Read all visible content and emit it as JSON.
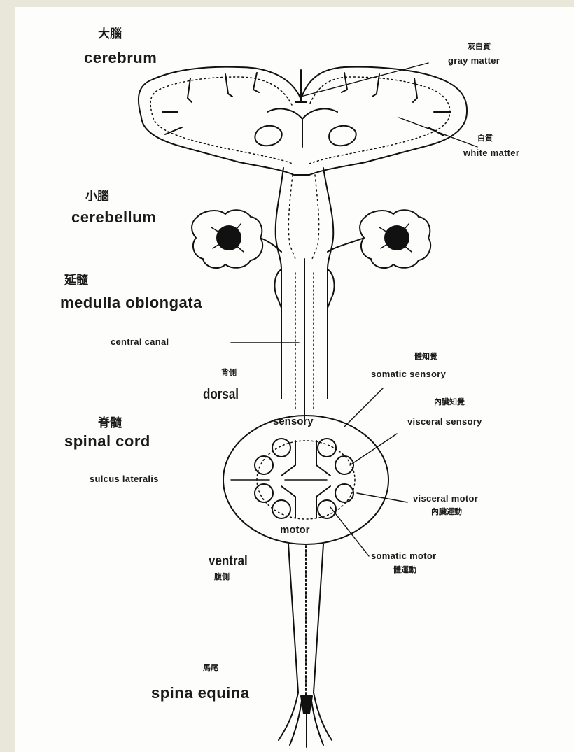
{
  "labels": {
    "cerebrum_cn": "大腦",
    "cerebrum": "cerebrum",
    "gray_matter_cn": "灰白質",
    "gray_matter": "gray matter",
    "white_matter_cn": "白質",
    "white_matter": "white matter",
    "cerebellum_cn": "小腦",
    "cerebellum": "cerebellum",
    "medulla_cn": "延髓",
    "medulla": "medulla oblongata",
    "central_canal": "central canal",
    "dorsal_cn": "背側",
    "dorsal": "dorsal",
    "spinal_cord_cn": "脊髓",
    "spinal_cord": "spinal cord",
    "somatic_sensory_cn": "體知覺",
    "somatic_sensory": "somatic sensory",
    "visceral_sensory_cn": "內臟知覺",
    "visceral_sensory": "visceral sensory",
    "sensory": "sensory",
    "sulcus_lateralis": "sulcus lateralis",
    "visceral_motor": "visceral motor",
    "visceral_motor_cn": "內臟運動",
    "motor": "motor",
    "somatic_motor": "somatic motor",
    "somatic_motor_cn": "體運動",
    "ventral": "ventral",
    "ventral_cn": "腹側",
    "spina_equina_cn": "馬尾",
    "spina_equina": "spina equina"
  }
}
